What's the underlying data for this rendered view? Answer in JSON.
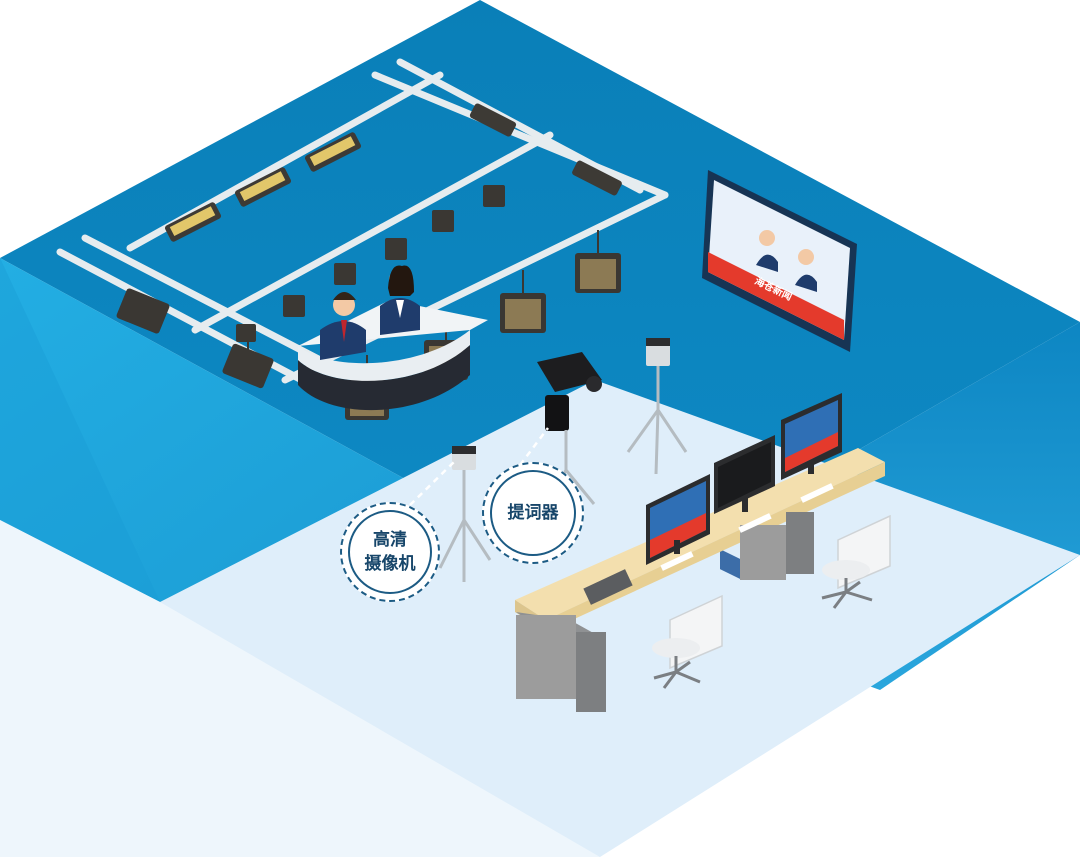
{
  "labels": {
    "hd_camera_line1": "高清",
    "hd_camera_line2": "摄像机",
    "teleprompter": "提词器",
    "screen_banner": "海苍新闻"
  },
  "colors": {
    "wall_dark": "#0a7fb8",
    "wall_light": "#1ba3d9",
    "floor": "#dfeefa",
    "callout_border": "#1c5b84",
    "rail": "#e6ecef",
    "desk_top": "#f3dfae",
    "desk_leg": "#9c9c9c",
    "screen_red": "#e43a2c"
  },
  "icons": [
    "studio-light-icon",
    "camera-tripod-icon",
    "teleprompter-icon",
    "monitor-icon",
    "office-chair-icon",
    "news-anchor-icon",
    "keyboard-icon"
  ]
}
